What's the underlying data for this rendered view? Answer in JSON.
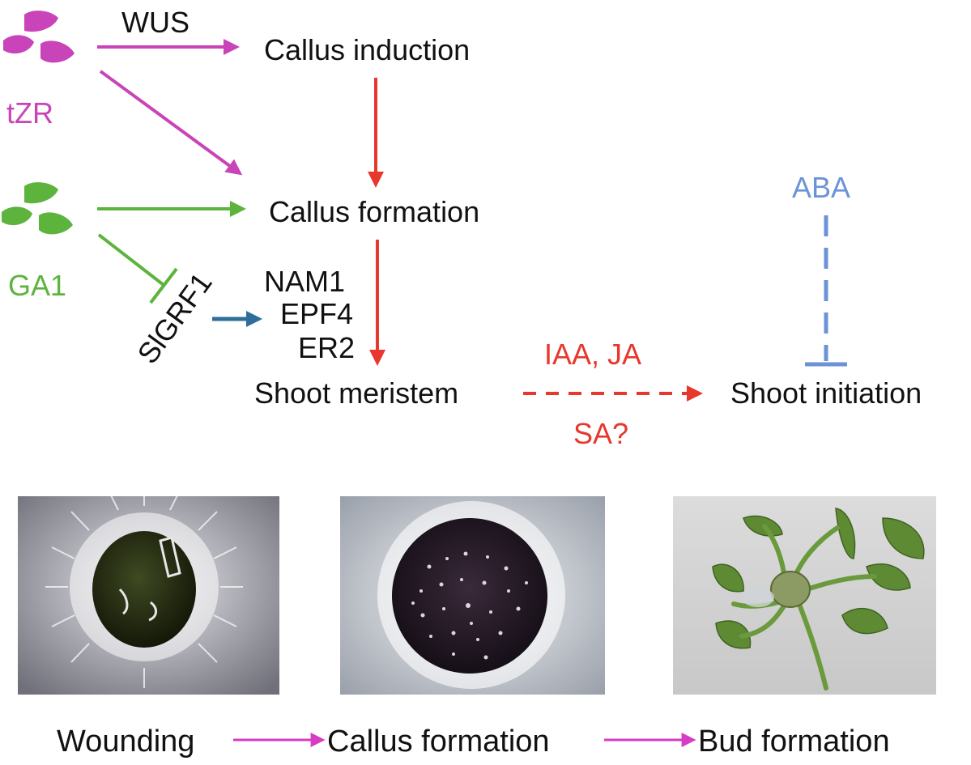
{
  "colors": {
    "tzr": "#c844b8",
    "ga1": "#5cb43c",
    "red": "#e8372c",
    "blue": "#6b93d6",
    "teal": "#2f6e9a",
    "text": "#111111",
    "arrow_bottom": "#d63cc4"
  },
  "hormones": {
    "tzr_label": "tZR",
    "ga1_label": "GA1",
    "aba_label": "ABA"
  },
  "labels": {
    "wus": "WUS",
    "callus_induction": "Callus induction",
    "callus_formation": "Callus formation",
    "slgrf1": "SlGRF1",
    "nam1": "NAM1",
    "epf4": "EPF4",
    "er2": "ER2",
    "shoot_meristem": "Shoot meristem",
    "iaa_ja": "IAA, JA",
    "sa": "SA?",
    "shoot_initiation": "Shoot initiation"
  },
  "icons": {
    "tzr": "leaf-cluster-icon",
    "ga1": "leaf-cluster-icon"
  },
  "photos": {
    "wounding": "wounded-explant-photo",
    "callus": "callus-photo",
    "bud": "bud-photo"
  },
  "bottom": {
    "steps": [
      "Wounding",
      "Callus formation",
      "Bud formation"
    ]
  }
}
